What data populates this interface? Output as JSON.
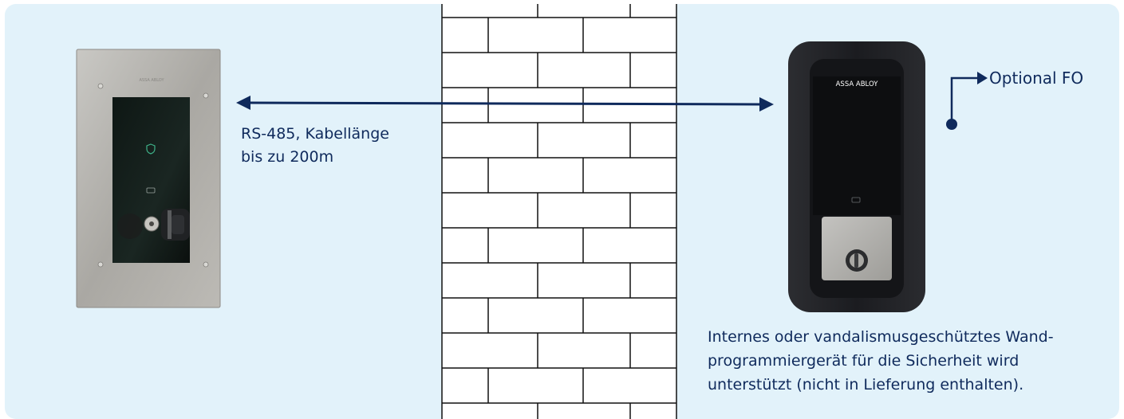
{
  "diagram": {
    "connection_label": [
      "RS-485, Kabellänge",
      "bis zu 200m"
    ],
    "optional_label": "Optional FO",
    "note_lines": [
      "Internes oder vandalismusgeschütztes Wand-",
      "programmiergerät für die Sicherheit wird",
      "unterstützt (nicht in Lieferung enthalten)."
    ],
    "reader_brand": "ASSA ABLOY",
    "panel_brand": "ASSA ABLOY",
    "colors": {
      "background": "#e2f2fa",
      "accent": "#0f2a5c",
      "wall_line": "#111111",
      "wall_fill": "#ffffff",
      "panel_metal": "#b4b2ad",
      "reader_body": "#1d1e22"
    },
    "icons": [
      "bidirectional-arrow-icon",
      "optional-fo-connector-icon",
      "brick-wall-icon",
      "key-cylinder-icon",
      "shield-check-icon"
    ]
  }
}
